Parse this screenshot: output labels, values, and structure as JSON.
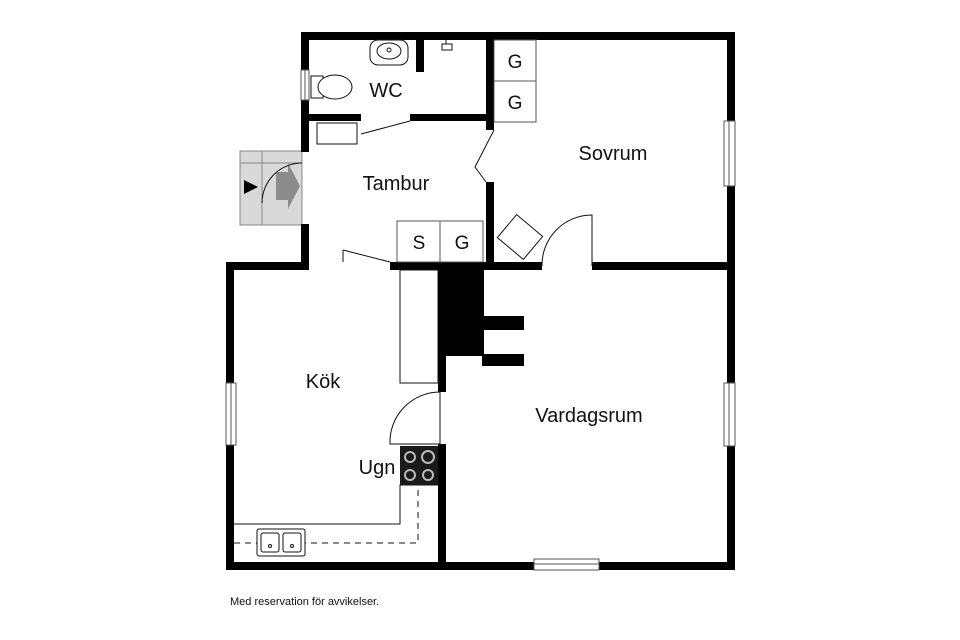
{
  "floorplan": {
    "rooms": {
      "wc": "WC",
      "tamburn": "Tambur",
      "sovrum": "Sovrum",
      "kok": "Kök",
      "vardagsrum": "Vardagsrum",
      "ugn": "Ugn"
    },
    "closets": {
      "sovrum_top": "G",
      "sovrum_bottom": "G",
      "tambur_s": "S",
      "tambur_g": "G"
    },
    "wall_color": "#000000",
    "entrance_color": "#d9d9d9",
    "arrow_color": "#8c8c8c"
  },
  "disclaimer": "Med reservation för avvikelser."
}
